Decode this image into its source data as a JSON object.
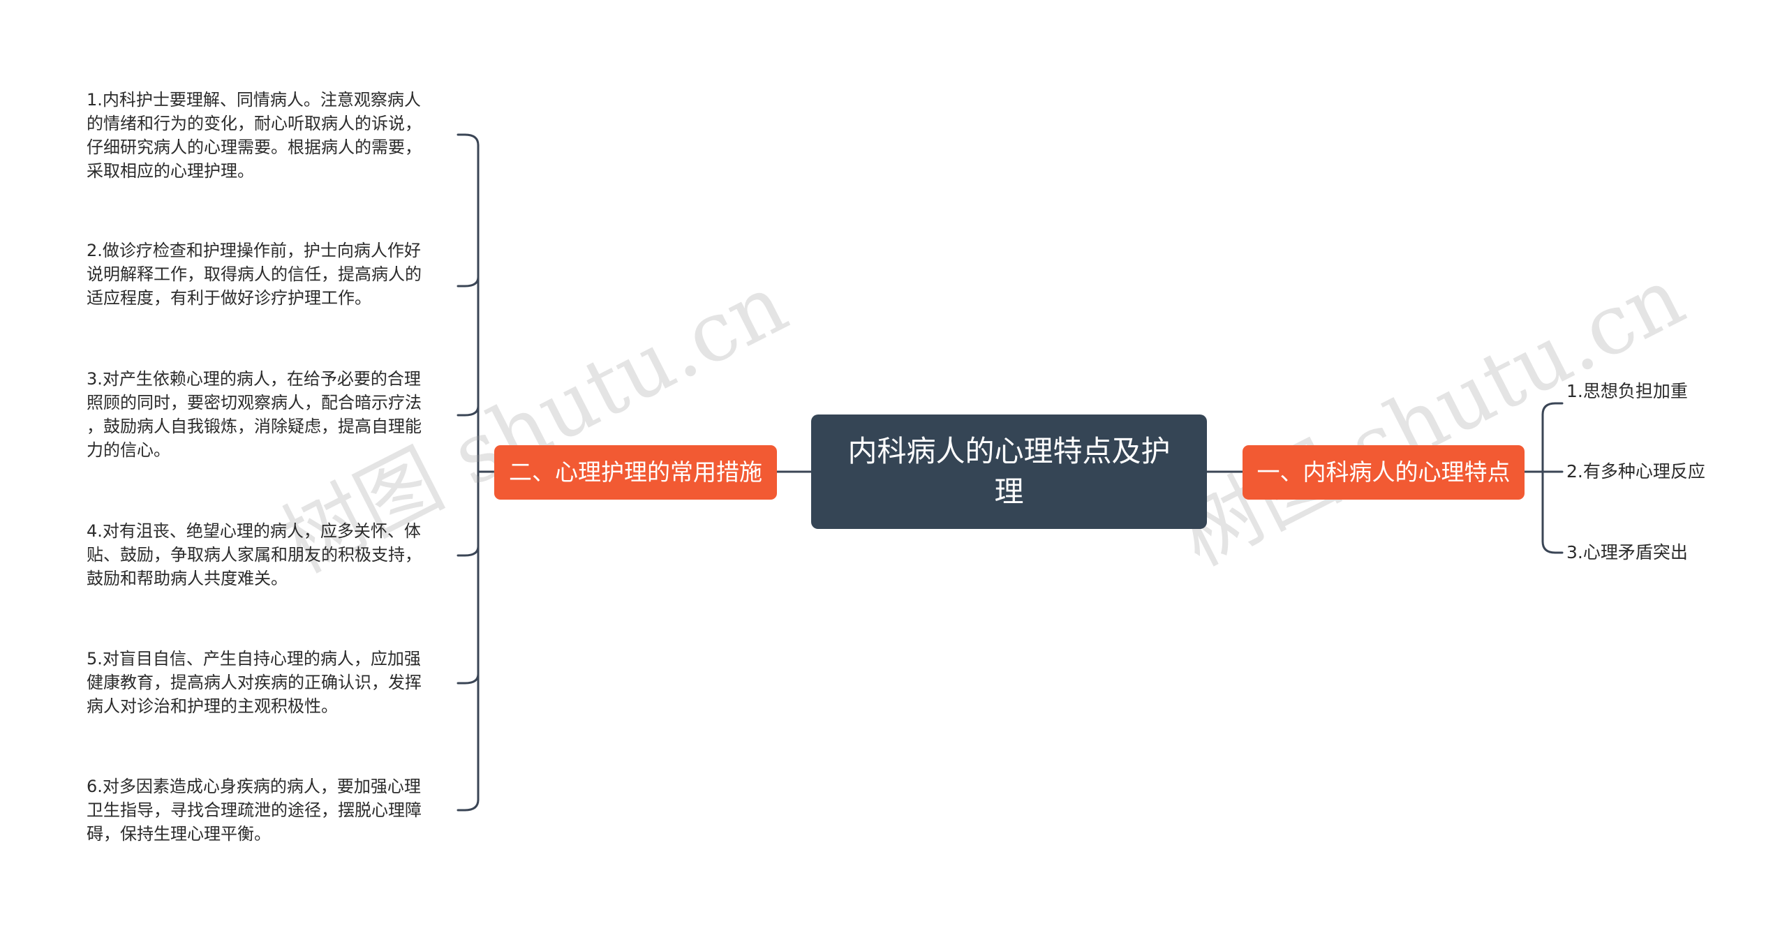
{
  "central": {
    "line1": "内科病人的心理特点及护",
    "line2": "理"
  },
  "branches": {
    "left": "二、心理护理的常用措施",
    "right": "一、内科病人的心理特点"
  },
  "left_items": [
    {
      "lines": [
        "1.内科护士要理解、同情病人。注意观察病人",
        "的情绪和行为的变化，耐心听取病人的诉说，",
        "仔细研究病人的心理需要。根据病人的需要，",
        "采取相应的心理护理。"
      ]
    },
    {
      "lines": [
        "2.做诊疗检查和护理操作前，护士向病人作好",
        "说明解释工作，取得病人的信任，提高病人的",
        "适应程度，有利于做好诊疗护理工作。"
      ]
    },
    {
      "lines": [
        "3.对产生依赖心理的病人，在给予必要的合理",
        "照顾的同时，要密切观察病人，配合暗示疗法",
        "，鼓励病人自我锻炼，消除疑虑，提高自理能",
        "力的信心。"
      ]
    },
    {
      "lines": [
        "4.对有沮丧、绝望心理的病人，应多关怀、体",
        "贴、鼓励，争取病人家属和朋友的积极支持，",
        "鼓励和帮助病人共度难关。"
      ]
    },
    {
      "lines": [
        "5.对盲目自信、产生自持心理的病人，应加强",
        "健康教育，提高病人对疾病的正确认识，发挥",
        "病人对诊治和护理的主观积极性。"
      ]
    },
    {
      "lines": [
        "6.对多因素造成心身疾病的病人，要加强心理",
        "卫生指导，寻找合理疏泄的途径，摆脱心理障",
        "碍，保持生理心理平衡。"
      ]
    }
  ],
  "right_items": [
    "1.思想负担加重",
    "2.有多种心理反应",
    "3.心理矛盾突出"
  ],
  "watermarks": [
    "树图 shutu.cn",
    "树图 shutu.cn"
  ],
  "colors": {
    "central_bg": "#354555",
    "branch_bg": "#f25a33",
    "connector": "#3a4555",
    "text": "#2b2b2b"
  }
}
